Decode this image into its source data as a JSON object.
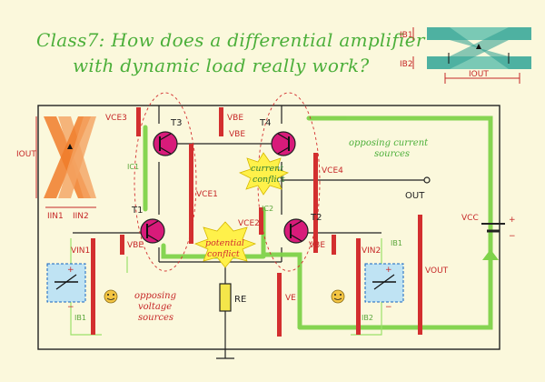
{
  "title": {
    "line1": "Class7: How does a differential amplifier",
    "line2": "with dynamic load really work?"
  },
  "labels": {
    "vce3": "VCE3",
    "vbe_t3": "VBE",
    "t3": "T3",
    "t4": "T4",
    "vbe_t4": "VBE",
    "ic1": "IC1",
    "vce1": "VCE1",
    "t1": "T1",
    "vbe_t1": "VBE",
    "vin1": "VIN1",
    "ib1_left": "IB1",
    "vce4": "VCE4",
    "vce2": "VCE2",
    "ic2": "IC2",
    "t2": "T2",
    "vbe_t2": "VBE",
    "vin2": "VIN2",
    "ib1_right": "IB1",
    "ib2": "IB2",
    "vout": "VOUT",
    "vcc": "VCC",
    "ve": "VE",
    "re": "RE",
    "out": "OUT",
    "iout_left": "IOUT",
    "iin1": "IIN1",
    "iin2": "IIN2",
    "ib1_top": "IB1",
    "ib2_top": "IB2",
    "iout_top": "IOUT",
    "plus": "+",
    "minus": "−"
  },
  "notes": {
    "opposing_current_1": "opposing current",
    "opposing_current_2": "sources",
    "opposing_voltage_1": "opposing",
    "opposing_voltage_2": "voltage",
    "opposing_voltage_3": "sources",
    "current_conflict_1": "current",
    "current_conflict_2": "conflict",
    "potential_conflict_1": "potential",
    "potential_conflict_2": "conflict"
  },
  "colors": {
    "background": "#fbf8dc",
    "title": "#4caf3a",
    "voltage_bar": "#d32f2f",
    "current_path": "#7fd34a",
    "transistor": "#d81b7a",
    "burst": "#fff14a",
    "resistor": "#f4e64a"
  }
}
